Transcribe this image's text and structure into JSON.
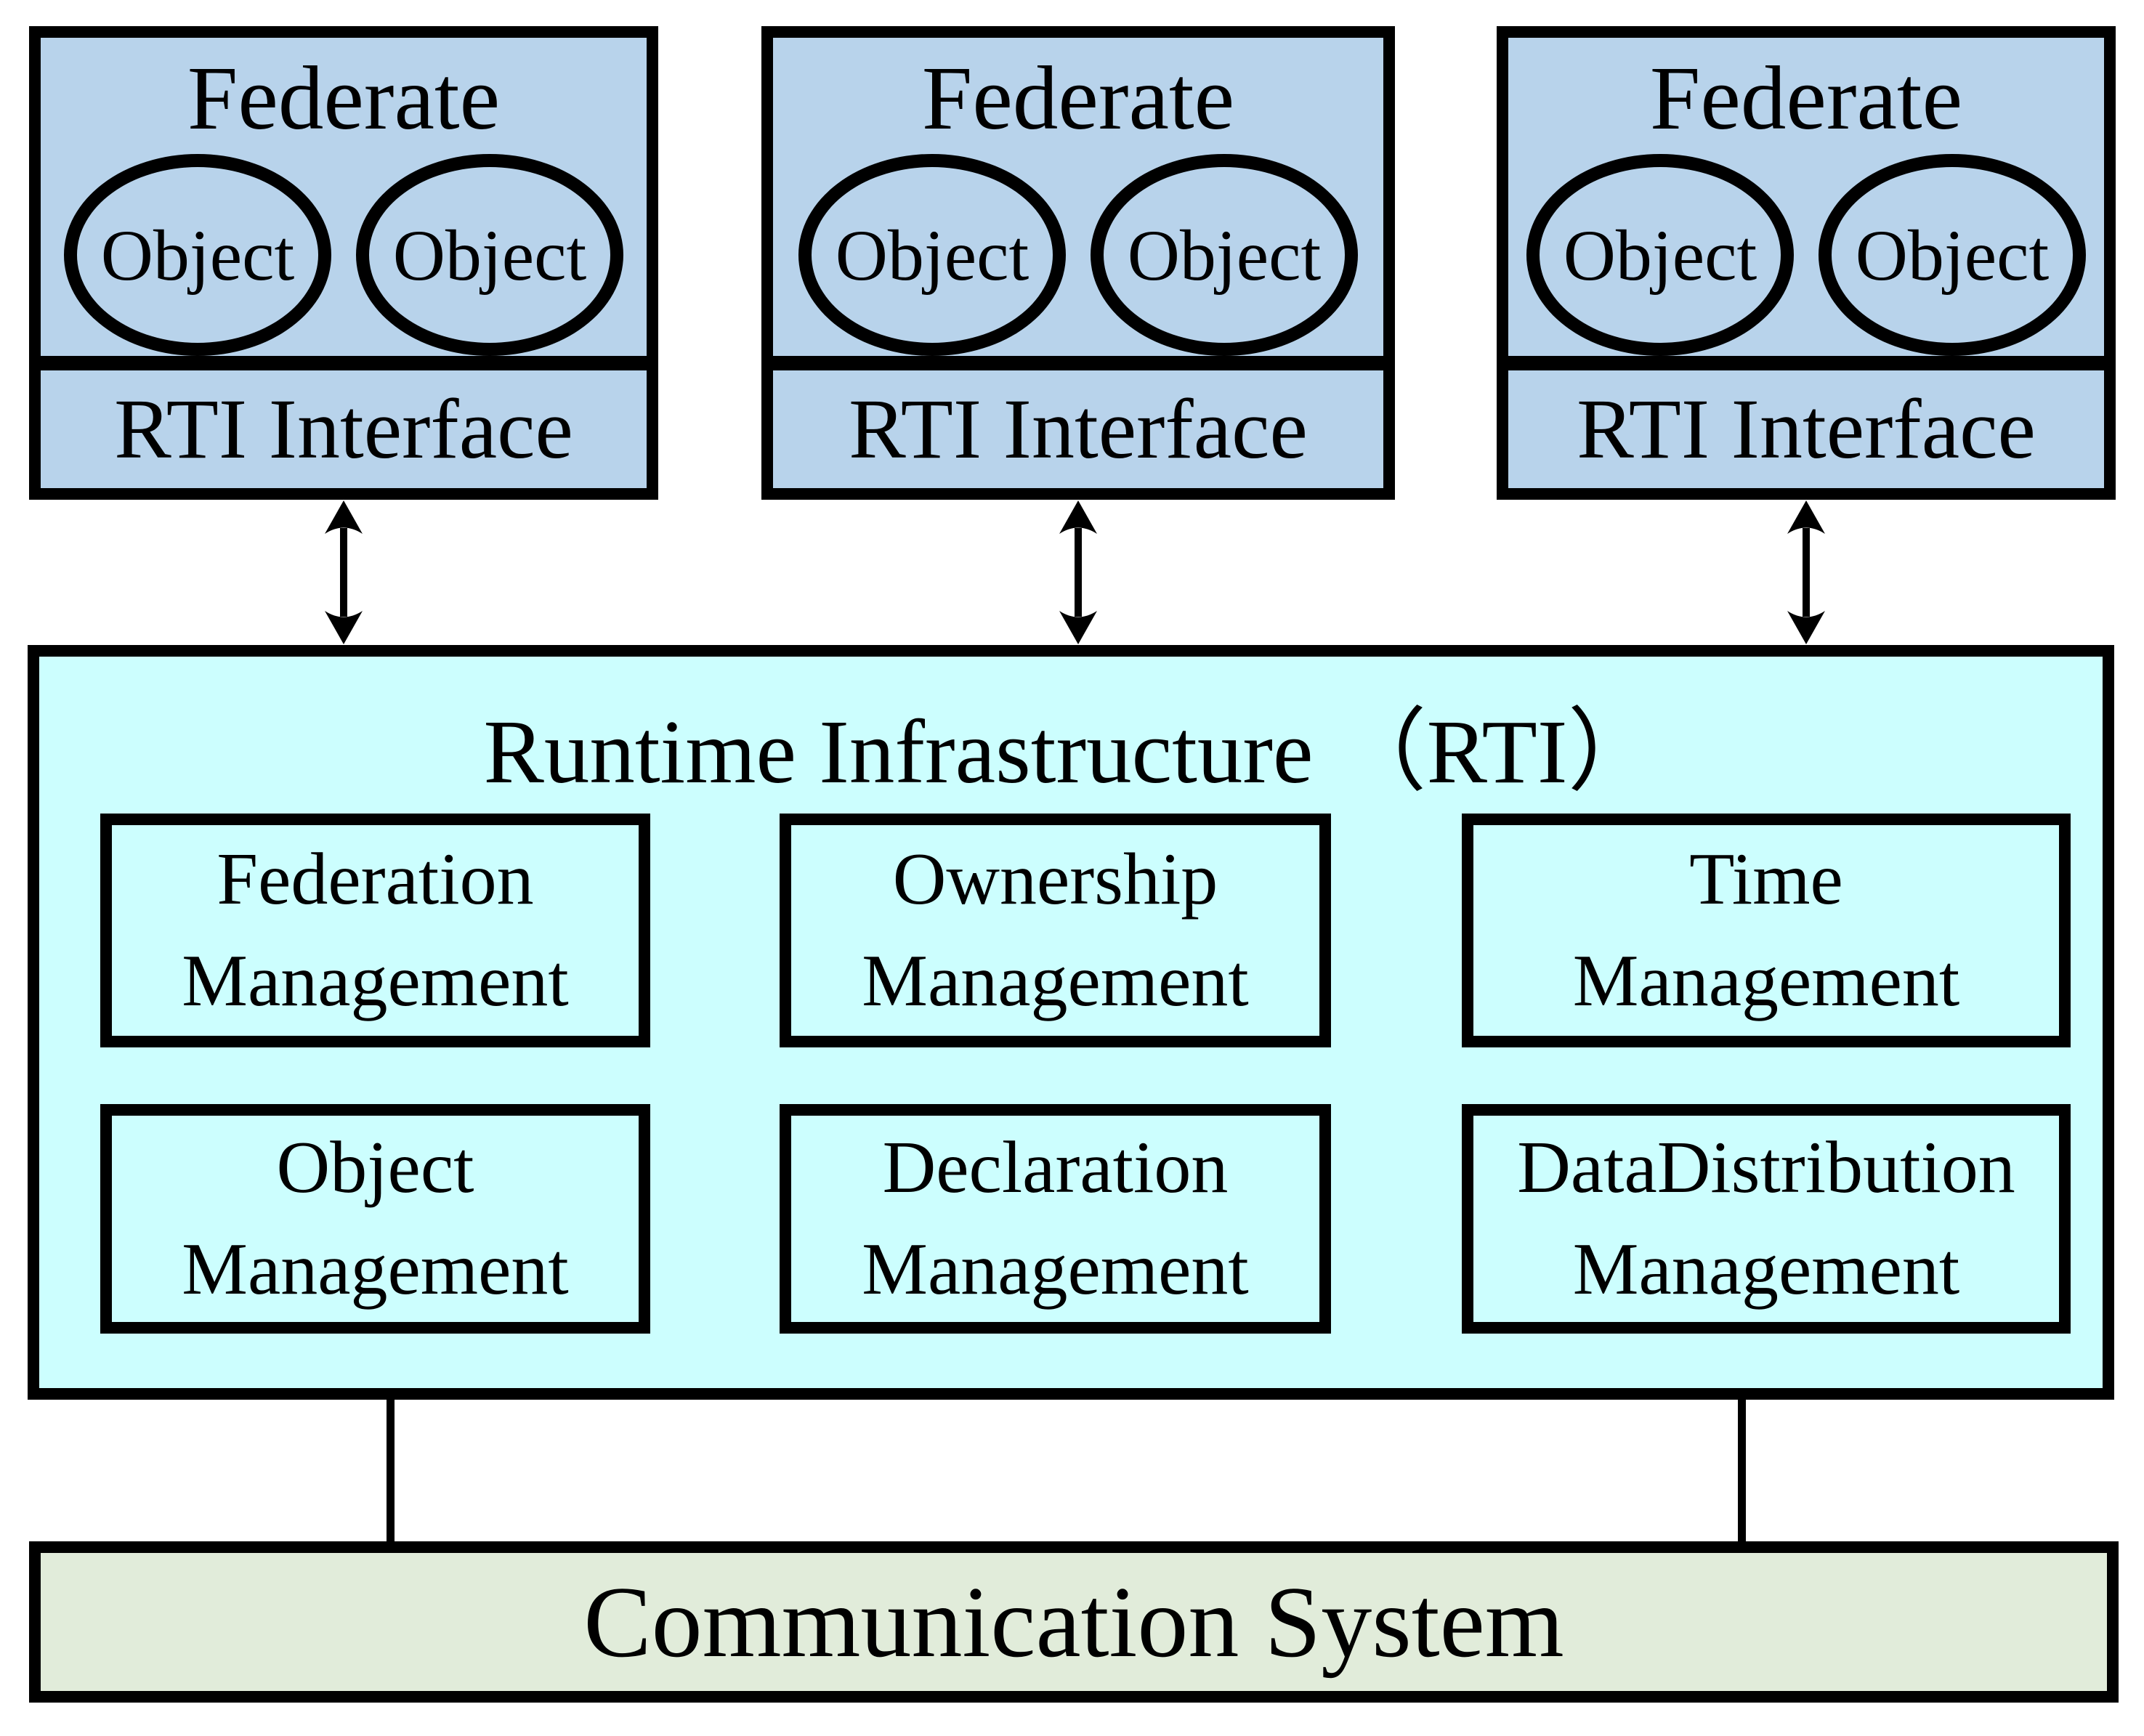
{
  "diagram": {
    "federates": [
      {
        "title": "Federate",
        "objects": [
          "Object",
          "Object"
        ],
        "interface_label": "RTI Interface"
      },
      {
        "title": "Federate",
        "objects": [
          "Object",
          "Object"
        ],
        "interface_label": "RTI Interface"
      },
      {
        "title": "Federate",
        "objects": [
          "Object",
          "Object"
        ],
        "interface_label": "RTI Interface"
      }
    ],
    "rti": {
      "title": "Runtime Infrastructure （RTI）",
      "modules": [
        {
          "line1": "Federation",
          "line2": "Management"
        },
        {
          "line1": "Ownership",
          "line2": "Management"
        },
        {
          "line1": "Time",
          "line2": "Management"
        },
        {
          "line1": "Object",
          "line2": "Management"
        },
        {
          "line1": "Declaration",
          "line2": "Management"
        },
        {
          "line1": "DataDistribution",
          "line2": "Management"
        }
      ]
    },
    "communication": {
      "label": "Communication System"
    },
    "colors": {
      "federate_fill": "#B8D3EB",
      "rti_fill": "#CCFEFE",
      "communication_fill": "#E1ECDA",
      "stroke": "#000000"
    }
  }
}
